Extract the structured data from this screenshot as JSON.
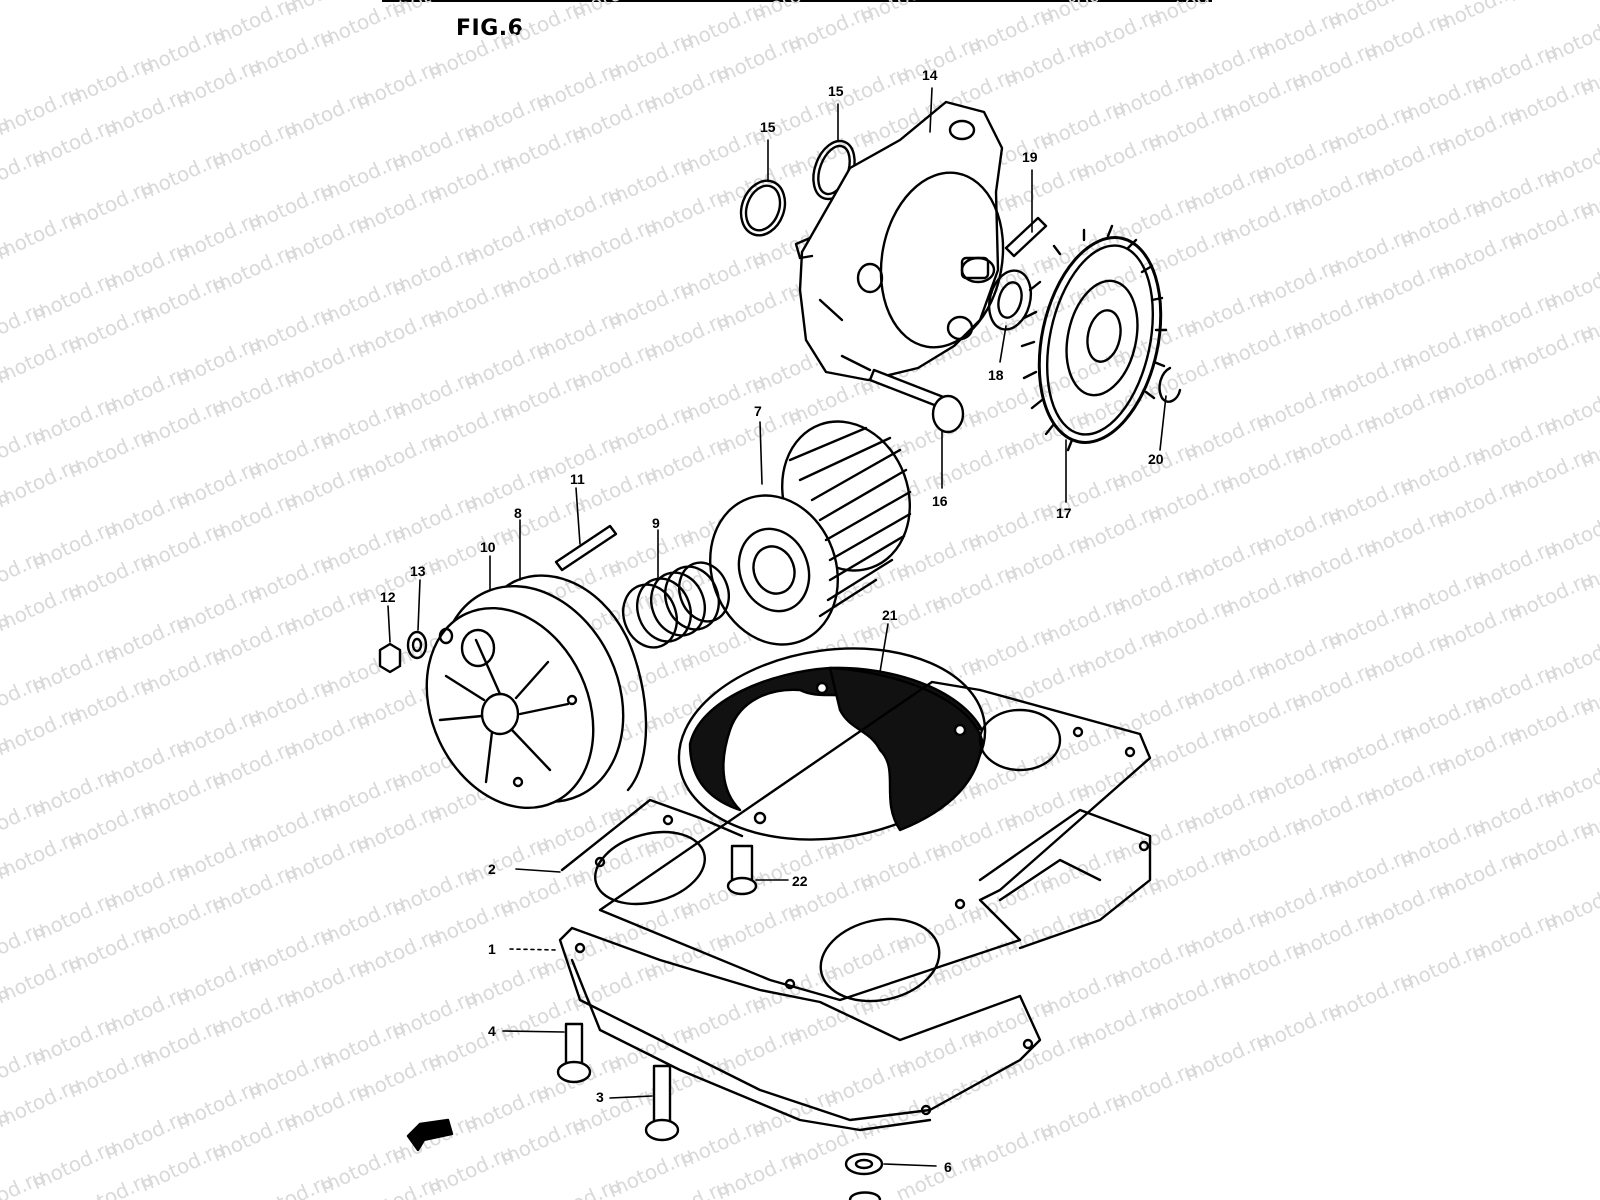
{
  "figure": {
    "title": "FIG.6"
  },
  "watermark": {
    "text": "motod.ru",
    "color": "#d9d9d9"
  },
  "callouts": {
    "n1": "1",
    "n2": "2",
    "n3": "3",
    "n4": "4",
    "n6": "6",
    "n7": "7",
    "n8": "8",
    "n9": "9",
    "n10": "10",
    "n11": "11",
    "n12": "12",
    "n13": "13",
    "n14": "14",
    "n15a": "15",
    "n15b": "15",
    "n16": "16",
    "n17": "17",
    "n18": "18",
    "n19": "19",
    "n20": "20",
    "n21": "21",
    "n22": "22"
  }
}
